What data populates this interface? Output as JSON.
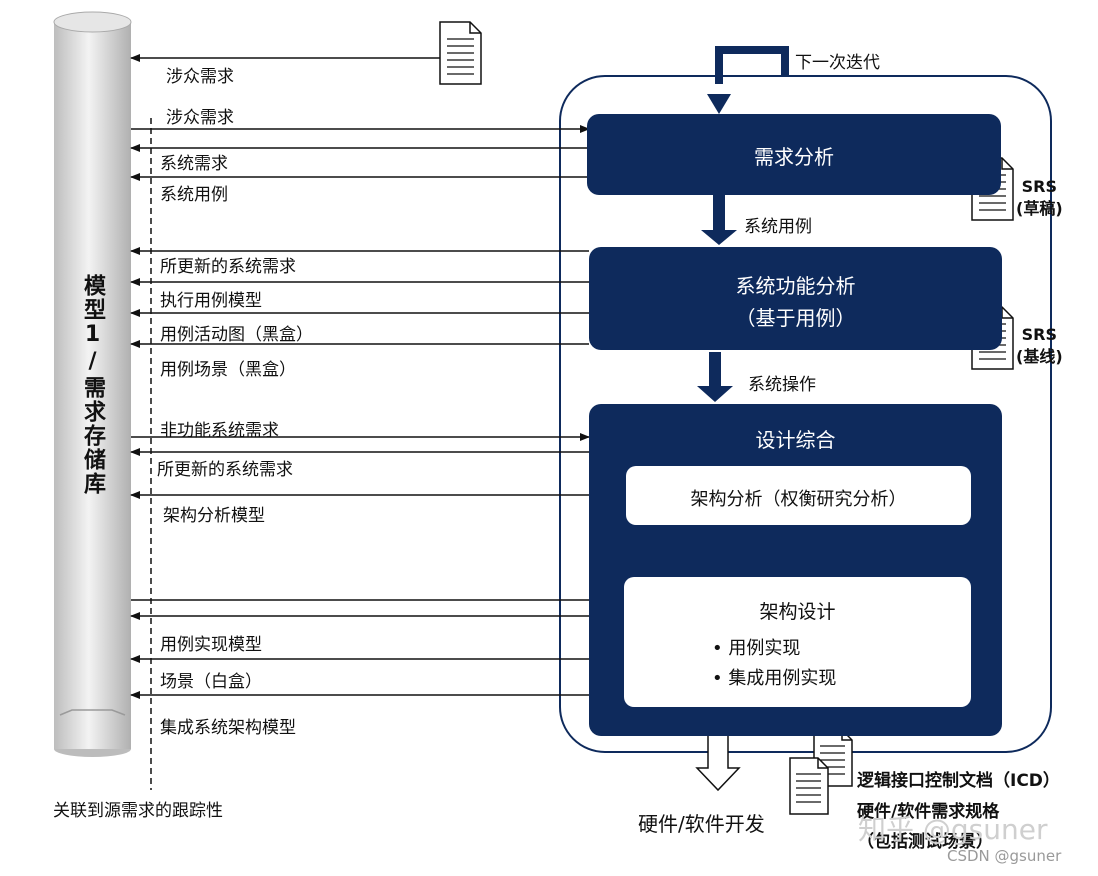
{
  "repository": {
    "label": "模型1/需求存储库"
  },
  "trace_label": "关联到源需求的跟踪性",
  "next_iteration": "下一次迭代",
  "left_labels": [
    "涉众需求",
    "涉众需求",
    "系统需求",
    "系统用例",
    "所更新的系统需求",
    "执行用例模型",
    "用例活动图（黑盒）",
    "用例场景（黑盒）",
    "非功能系统需求",
    "所更新的系统需求",
    "架构分析模型",
    "用例实现模型",
    "场景（白盒）",
    "集成系统架构模型"
  ],
  "boxes": {
    "req_analysis": {
      "title": "需求分析"
    },
    "func_analysis": {
      "title_line1": "系统功能分析",
      "title_line2": "（基于用例）"
    },
    "design": {
      "title": "设计综合"
    },
    "arch_analysis": {
      "title": "架构分析（权衡研究分析）"
    },
    "arch_design": {
      "title": "架构设计",
      "bullets": [
        "用例实现",
        "集成用例实现"
      ]
    }
  },
  "flow_labels": {
    "use_cases": "系统用例",
    "operations": "系统操作"
  },
  "srs_draft": {
    "line1": "SRS",
    "line2": "(草稿)"
  },
  "srs_baseline": {
    "line1": "SRS",
    "line2": "(基线)"
  },
  "outputs": {
    "icd": "逻辑接口控制文档（ICD）",
    "hw_sw_spec": "硬件/软件需求规格",
    "test_scenarios": "（包括测试场景）",
    "dev": "硬件/软件开发"
  },
  "watermarks": {
    "zhihu": "知乎 @gsuner",
    "csdn": "CSDN @gsuner"
  }
}
